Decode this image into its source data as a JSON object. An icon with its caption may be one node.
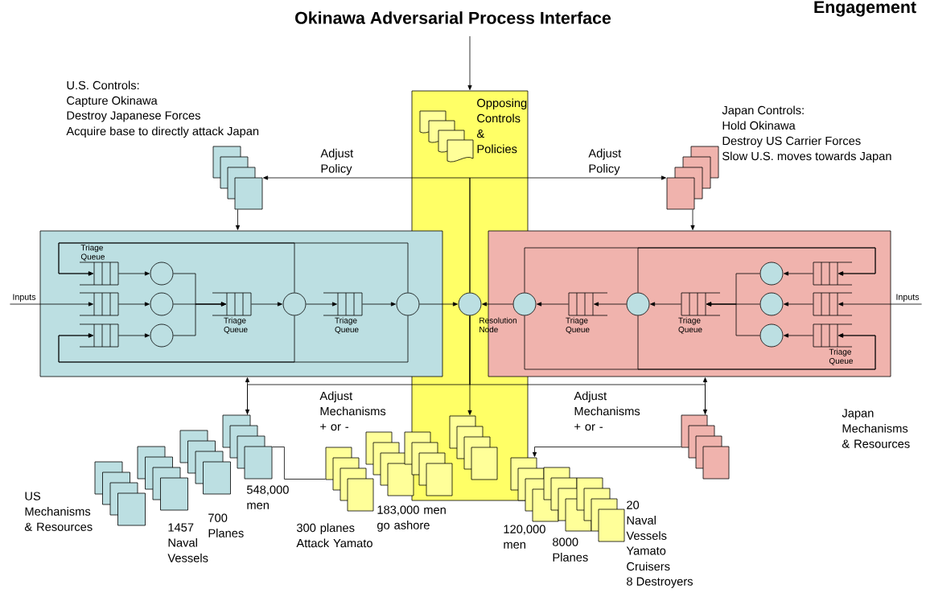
{
  "diagram": {
    "title": "Okinawa Adversarial Process Interface",
    "nodes": [
      {
        "text": [
          "Opposing Controls & Policies"
        ]
      },
      {
        "text": [],
        "shape": "box",
        "beside": [
          "U.S. Controls:",
          "Capture Okinawa",
          "Destroy Japanese Forces",
          "Acquire base to directly attack Japan"
        ]
      },
      {
        "text": [],
        "shape": "box",
        "beside": [
          "Japan Controls:",
          "Hold Okinawa",
          "Destroy US Carrier Forces",
          "Slow U.S. moves towards Japan"
        ]
      },
      {
        "text": [],
        "shape": "box"
      },
      {
        "text": [],
        "shape": "box",
        "in": 3,
        "beside": [
          "Triage Queue"
        ]
      },
      {
        "text": [],
        "shape": "box",
        "in": 3
      },
      {
        "text": [],
        "shape": "box",
        "in": 3
      },
      {
        "text": [],
        "shape": "circle",
        "in": 3
      },
      {
        "text": [],
        "shape": "circle",
        "in": 3
      },
      {
        "text": [],
        "shape": "circle",
        "in": 3
      },
      {
        "text": [],
        "shape": "box",
        "in": 3,
        "beside": [
          "Triage Queue"
        ]
      },
      {
        "text": [],
        "shape": "circle",
        "in": 3
      },
      {
        "text": [],
        "shape": "box",
        "in": 3,
        "beside": [
          "Triage Queue"
        ]
      },
      {
        "text": [],
        "shape": "circle",
        "in": 3
      },
      {
        "text": [
          "Inputs"
        ]
      },
      {
        "text": [],
        "shape": "circle",
        "in": 0,
        "beside": [
          "Resolution Node"
        ]
      },
      {
        "text": [],
        "shape": "box"
      },
      {
        "text": [],
        "shape": "box",
        "in": 16
      },
      {
        "text": [],
        "shape": "box",
        "in": 16
      },
      {
        "text": [],
        "shape": "box",
        "in": 16,
        "beside": [
          "Triage Queue"
        ]
      },
      {
        "text": [],
        "shape": "circle",
        "in": 16
      },
      {
        "text": [],
        "shape": "circle",
        "in": 16
      },
      {
        "text": [],
        "shape": "circle",
        "in": 16
      },
      {
        "text": [],
        "shape": "box",
        "in": 16,
        "beside": [
          "Triage Queue"
        ]
      },
      {
        "text": [],
        "shape": "circle",
        "in": 16
      },
      {
        "text": [],
        "shape": "box",
        "in": 16,
        "beside": [
          "Triage Queue"
        ]
      },
      {
        "text": [],
        "shape": "circle",
        "in": 16
      },
      {
        "text": [
          "Inputs"
        ]
      },
      {
        "text": [],
        "shape": "box",
        "beside": [
          "US Mechanisms & Resources"
        ]
      },
      {
        "text": [],
        "shape": "box",
        "beside": [
          "1457 Naval Vessels"
        ]
      },
      {
        "text": [],
        "shape": "box",
        "beside": [
          "700 Planes"
        ]
      },
      {
        "text": [],
        "shape": "box",
        "beside": [
          "548,000 men"
        ]
      },
      {
        "text": [],
        "shape": "box",
        "beside": [
          "300 planes Attack Yamato"
        ]
      },
      {
        "text": [],
        "shape": "box",
        "beside": [
          "183,000 men go ashore"
        ]
      },
      {
        "text": [],
        "shape": "box"
      },
      {
        "text": [],
        "shape": "box",
        "in": 0
      },
      {
        "text": [],
        "shape": "box",
        "beside": [
          "120,000 men"
        ]
      },
      {
        "text": [],
        "shape": "box",
        "beside": [
          "8000 Planes"
        ]
      },
      {
        "text": [],
        "shape": "box",
        "beside": [
          "20 Naval Vessels",
          "Yamato",
          "Cruisers",
          "8 Destroyers"
        ]
      },
      {
        "text": [],
        "shape": "box"
      }
    ],
    "edges": [
      {
        "from": null,
        "to": 0,
        "arrow": "to"
      },
      {
        "from": 15,
        "to": 1,
        "arrow": "to",
        "label": "Adjust Policy"
      },
      {
        "from": 15,
        "to": 2,
        "arrow": "to",
        "label": "Adjust Policy"
      },
      {
        "from": 1,
        "to": 3,
        "arrow": "to"
      },
      {
        "from": 2,
        "to": 16,
        "arrow": "to"
      },
      {
        "from": 14,
        "to": 5,
        "arrow": "to"
      },
      {
        "from": 4,
        "to": 7,
        "arrow": "to"
      },
      {
        "from": 5,
        "to": 8,
        "arrow": "to"
      },
      {
        "from": 6,
        "to": 9,
        "arrow": "to"
      },
      {
        "from": 7,
        "to": 10,
        "arrow": "to"
      },
      {
        "from": 8,
        "to": 10,
        "arrow": "to"
      },
      {
        "from": 9,
        "to": 10,
        "arrow": "to"
      },
      {
        "from": 10,
        "to": 11,
        "arrow": "to"
      },
      {
        "from": 11,
        "to": 12,
        "arrow": "to"
      },
      {
        "from": 12,
        "to": 13,
        "arrow": "to"
      },
      {
        "from": 13,
        "to": 15,
        "arrow": "to"
      },
      {
        "from": 11,
        "to": 4,
        "arrow": "to"
      },
      {
        "from": 13,
        "to": 4,
        "arrow": "to"
      },
      {
        "from": 11,
        "to": 6,
        "arrow": "to"
      },
      {
        "from": 13,
        "to": 6,
        "arrow": "to"
      },
      {
        "from": 27,
        "to": 18,
        "arrow": "to"
      },
      {
        "from": 17,
        "to": 20,
        "arrow": "to"
      },
      {
        "from": 18,
        "to": 21,
        "arrow": "to"
      },
      {
        "from": 19,
        "to": 22,
        "arrow": "to"
      },
      {
        "from": 20,
        "to": 23,
        "arrow": "to"
      },
      {
        "from": 21,
        "to": 23,
        "arrow": "to"
      },
      {
        "from": 22,
        "to": 23,
        "arrow": "to"
      },
      {
        "from": 23,
        "to": 24,
        "arrow": "to"
      },
      {
        "from": 24,
        "to": 25,
        "arrow": "to"
      },
      {
        "from": 25,
        "to": 26,
        "arrow": "to"
      },
      {
        "from": 26,
        "to": 15,
        "arrow": "to"
      },
      {
        "from": 24,
        "to": 17,
        "arrow": "to"
      },
      {
        "from": 26,
        "to": 17,
        "arrow": "to"
      },
      {
        "from": 24,
        "to": 19,
        "arrow": "to"
      },
      {
        "from": 26,
        "to": 19,
        "arrow": "to"
      },
      {
        "from": 31,
        "to": 3,
        "arrow": "to"
      },
      {
        "from": 39,
        "to": 16,
        "arrow": "to"
      },
      {
        "from": 15,
        "to": 31,
        "arrow": "to",
        "label": "Adjust Mechanisms + or -"
      },
      {
        "from": 15,
        "to": 39,
        "arrow": "to",
        "label": "Adjust Mechanisms + or -"
      },
      {
        "from": 15,
        "to": 35,
        "arrow": "to"
      },
      {
        "from": 31,
        "to": 32,
        "arrow": "none"
      },
      {
        "from": 39,
        "to": 36,
        "arrow": "to"
      }
    ],
    "labels": [
      "Engagement",
      "Japan Mechanisms & Resources"
    ]
  }
}
